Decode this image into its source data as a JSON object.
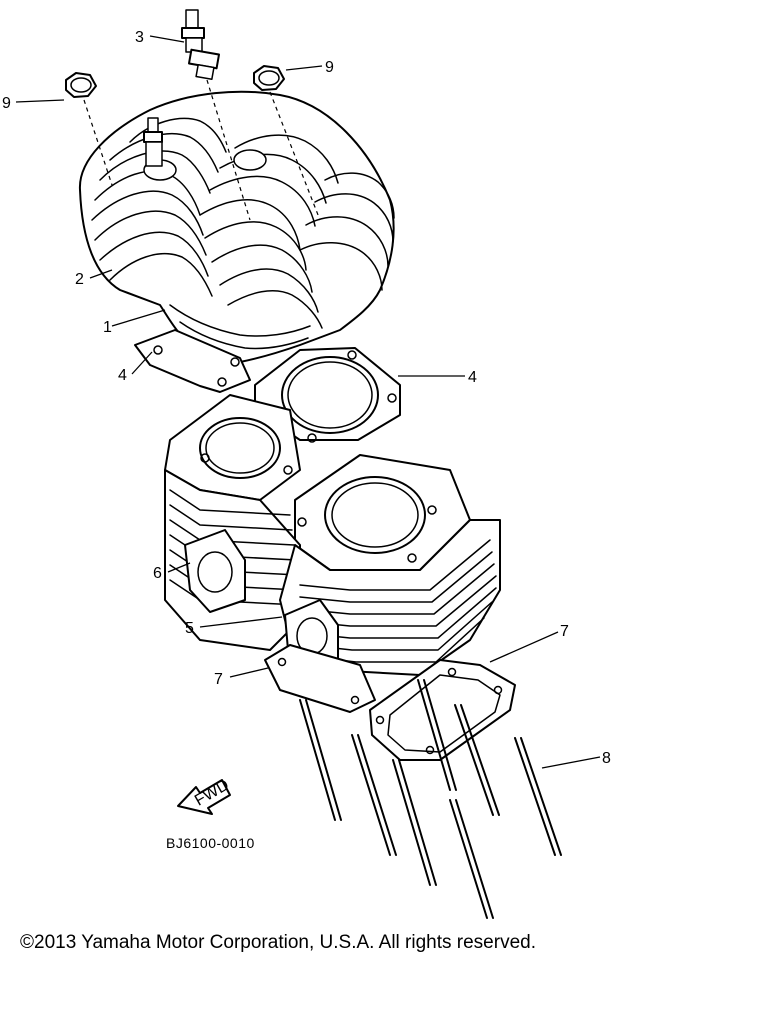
{
  "diagram": {
    "drawing_code": "BJ6100-0010",
    "fwd_label": "FWD",
    "callouts": [
      {
        "id": "c1",
        "num": "1"
      },
      {
        "id": "c2",
        "num": "2"
      },
      {
        "id": "c3",
        "num": "3"
      },
      {
        "id": "c4a",
        "num": "4"
      },
      {
        "id": "c4b",
        "num": "4"
      },
      {
        "id": "c5",
        "num": "5"
      },
      {
        "id": "c6",
        "num": "6"
      },
      {
        "id": "c7a",
        "num": "7"
      },
      {
        "id": "c7b",
        "num": "7"
      },
      {
        "id": "c8",
        "num": "8"
      },
      {
        "id": "c9a",
        "num": "9"
      },
      {
        "id": "c9b",
        "num": "9"
      }
    ]
  },
  "footer": {
    "copyright": "©2013 Yamaha Motor Corporation, U.S.A. All rights reserved."
  }
}
